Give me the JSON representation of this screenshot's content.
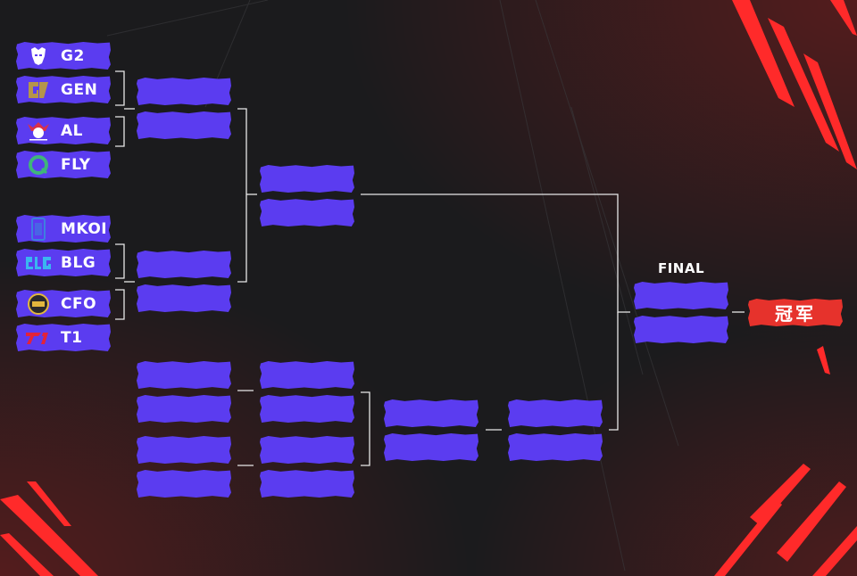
{
  "teams": [
    {
      "name": "G2",
      "logo": "g2-samurai-icon",
      "color": "#ffffff"
    },
    {
      "name": "GEN",
      "logo": "gen-g-icon",
      "color": "#b5954a"
    },
    {
      "name": "AL",
      "logo": "anyones-legend-icon",
      "color": "#d9304a"
    },
    {
      "name": "FLY",
      "logo": "flyquest-icon",
      "color": "#3fb57a"
    },
    {
      "name": "MKOI",
      "logo": "mkoi-icon",
      "color": "#3d7fe0"
    },
    {
      "name": "BLG",
      "logo": "blg-icon",
      "color": "#3ab6f0"
    },
    {
      "name": "CFO",
      "logo": "cfo-icon",
      "color": "#e2b73d"
    },
    {
      "name": "T1",
      "logo": "t1-icon",
      "color": "#e3233a"
    }
  ],
  "final": {
    "label": "FINAL"
  },
  "champion": {
    "label": "冠军"
  },
  "colors": {
    "slot": "#5b3cf0",
    "champion": "#e6322c",
    "background": "#1b1b1d",
    "accent": "#ff2a2a",
    "lines": "#e8e8e8"
  }
}
